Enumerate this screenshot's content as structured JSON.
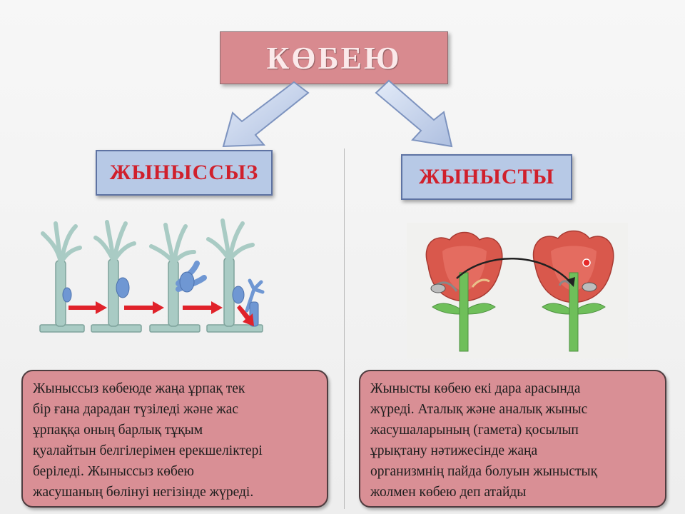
{
  "title": "КӨБЕЮ",
  "branches": {
    "left": {
      "label": "ЖЫНЫССЫЗ",
      "description_lines": [
        "Жыныссыз көбеюде жаңа ұрпақ тек",
        "бір ғана дарадан түзіледі және жас",
        "ұрпаққа оның барлық тұқым",
        "қуалайтын белгілерімен ерекшеліктері",
        "беріледі. Жыныссыз көбею",
        "жасушаның бөлінуі негізінде жүреді."
      ]
    },
    "right": {
      "label": "ЖЫНЫСТЫ",
      "description_lines": [
        "Жынысты көбею екі дара арасында",
        "жүреді. Аталық және аналық жыныс",
        "жасушаларының (гамета) қосылып",
        "ұрықтану нәтижесінде жаңа",
        "организмнің пайда болуын жыныстық",
        "жолмен көбею деп атайды"
      ]
    }
  },
  "colors": {
    "title_fill": "#d88a8f",
    "category_fill": "#b7c9e6",
    "category_text": "#d0202c",
    "description_fill": "#d98f95",
    "arrow_fill": "#c9d6ee",
    "hydra_body": "#a9cbc4",
    "bud_blue": "#6f97d3",
    "flower_petal": "#d9584c",
    "stem_green": "#6fbf5a",
    "budding_arrow": "#e0222a"
  },
  "illustrations": {
    "left": "hydra-budding-sequence",
    "right": "flower-pollination-cross-section"
  }
}
